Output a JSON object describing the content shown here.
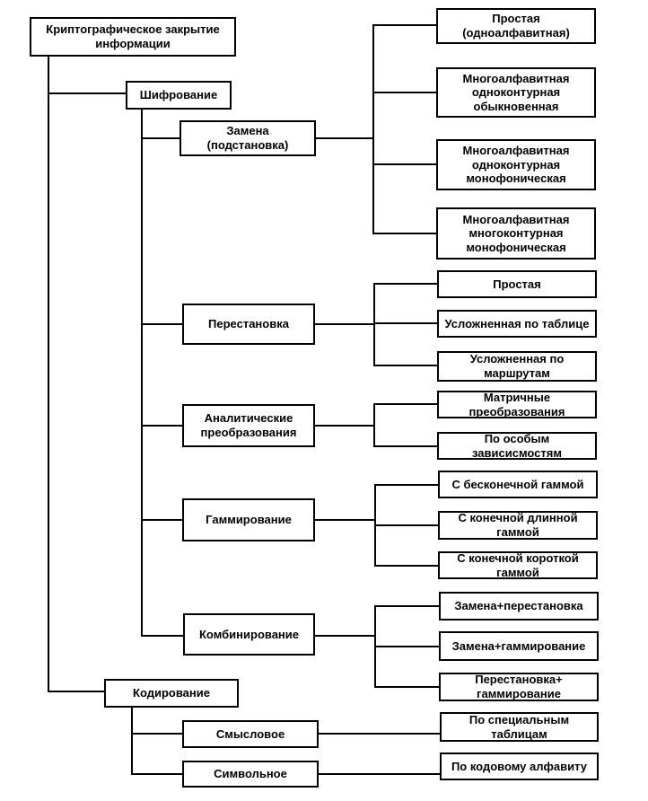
{
  "diagram": {
    "type": "hierarchy-tree",
    "colors": {
      "background": "#ffffff",
      "box_fill": "#ffffff",
      "box_border": "#000000",
      "line": "#000000",
      "text": "#000000"
    },
    "nodes": {
      "root": {
        "label": "Криптографическое закрытие\nинформации"
      },
      "encryption": {
        "label": "Шифрование"
      },
      "coding": {
        "label": "Кодирование"
      },
      "substitution": {
        "label": "Замена\n(подстановка)"
      },
      "sub_simple": {
        "label": "Простая\n(одноалфавитная)"
      },
      "sub_poly_single_ordinary": {
        "label": "Многоалфавитная\nодноконтурная\nобыкновенная"
      },
      "sub_poly_single_mono": {
        "label": "Многоалфавитная\nодноконтурная\nмонофоническая"
      },
      "sub_poly_multi_mono": {
        "label": "Многоалфавитная\nмногоконтурная\nмонофоническая"
      },
      "permutation": {
        "label": "Перестановка"
      },
      "perm_simple": {
        "label": "Простая"
      },
      "perm_table": {
        "label": "Усложненная по таблице"
      },
      "perm_routes": {
        "label": "Усложненная по\nмаршрутам"
      },
      "analytic": {
        "label": "Аналитические\nпреобразования"
      },
      "matrix": {
        "label": "Матричные\nпреобразования"
      },
      "special_deps": {
        "label": "По особым\nзависисмостям"
      },
      "gamma": {
        "label": "Гаммирование"
      },
      "gamma_infinite": {
        "label": "С бесконечной гаммой"
      },
      "gamma_long": {
        "label": "С конечной длинной\nгаммой"
      },
      "gamma_short": {
        "label": "С конечной короткой\nгаммой"
      },
      "combination": {
        "label": "Комбинирование"
      },
      "comb_sub_perm": {
        "label": "Замена+перестановка"
      },
      "comb_sub_gamma": {
        "label": "Замена+гаммирование"
      },
      "comb_perm_gamma": {
        "label": "Перестановка+\nгаммирование"
      },
      "semantic": {
        "label": "Смысловое"
      },
      "symbolic": {
        "label": "Символьное"
      },
      "special_tables": {
        "label": "По специальным\nтаблицам"
      },
      "code_alphabet": {
        "label": "По кодовому алфавиту"
      }
    },
    "structure": {
      "root": [
        "encryption",
        "coding"
      ],
      "encryption": [
        "substitution",
        "permutation",
        "analytic",
        "gamma",
        "combination"
      ],
      "substitution": [
        "sub_simple",
        "sub_poly_single_ordinary",
        "sub_poly_single_mono",
        "sub_poly_multi_mono"
      ],
      "permutation": [
        "perm_simple",
        "perm_table",
        "perm_routes"
      ],
      "analytic": [
        "matrix",
        "special_deps"
      ],
      "gamma": [
        "gamma_infinite",
        "gamma_long",
        "gamma_short"
      ],
      "combination": [
        "comb_sub_perm",
        "comb_sub_gamma",
        "comb_perm_gamma"
      ],
      "coding": [
        "semantic",
        "symbolic"
      ],
      "semantic": [
        "special_tables"
      ],
      "symbolic": [
        "code_alphabet"
      ]
    }
  }
}
